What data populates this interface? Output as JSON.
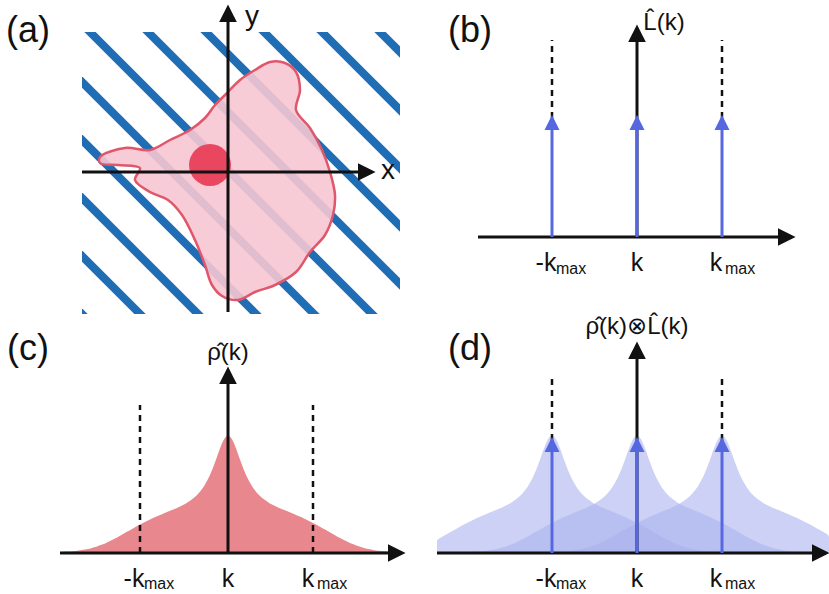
{
  "diagram": {
    "labels": [
      "(a)",
      "y",
      "x",
      "(b)",
      "L̂(k)",
      "-k",
      "max",
      "k",
      "k",
      "max",
      "(c)",
      "ρ̂(k)",
      "-k",
      "max",
      "k",
      "k",
      "max",
      "(d)",
      "ρ̂(k)⊗L̂(k)",
      "-k",
      "max",
      "k",
      "k",
      "max"
    ]
  }
}
